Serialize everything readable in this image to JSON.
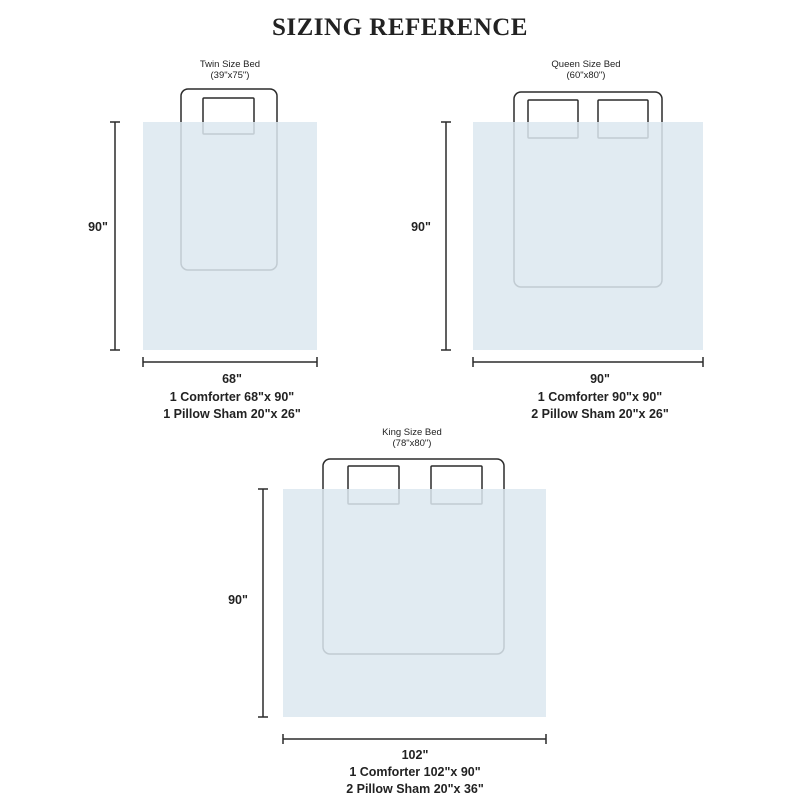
{
  "title": "SIZING REFERENCE",
  "colors": {
    "comforter": "#dce7f0",
    "outline": "#2b2b2b",
    "inner_outline": "#8a96a0",
    "text": "#222222"
  },
  "panels": [
    {
      "id": "twin",
      "bed_name": "Twin Size Bed",
      "bed_size": "(39\"x75\")",
      "height_label": "90\"",
      "width_label": "68\"",
      "note_comforter": "1 Comforter 68\"x 90\"",
      "note_pillow": "1 Pillow Sham 20\"x 26\""
    },
    {
      "id": "queen",
      "bed_name": "Queen Size Bed",
      "bed_size": "(60\"x80\")",
      "height_label": "90\"",
      "width_label": "90\"",
      "note_comforter": "1 Comforter 90\"x 90\"",
      "note_pillow": "2 Pillow Sham 20\"x 26\""
    },
    {
      "id": "king",
      "bed_name": "King Size Bed",
      "bed_size": "(78\"x80\")",
      "height_label": "90\"",
      "width_label": "102\"",
      "note_comforter": "1 Comforter 102\"x 90\"",
      "note_pillow": "2 Pillow Sham 20\"x 36\""
    }
  ]
}
